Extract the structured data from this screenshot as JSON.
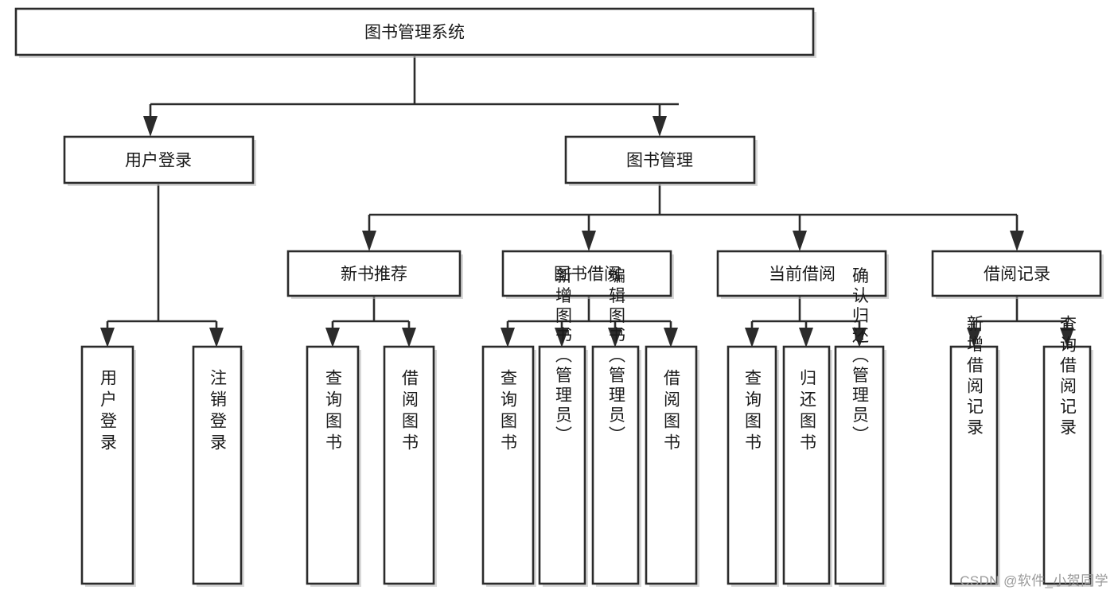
{
  "diagram": {
    "type": "tree-hierarchy-flowchart",
    "title": "图书管理系统",
    "watermark": "CSDN @软件_小贺同学",
    "colors": {
      "background": "#ffffff",
      "box_fill": "#ffffff",
      "box_stroke": "#2b2b2b",
      "connector": "#2b2b2b",
      "text": "#1a1a1a",
      "watermark": "#9a9a9a"
    },
    "levels": [
      {
        "level": 0,
        "nodes": [
          {
            "id": "root",
            "label": "图书管理系统",
            "orientation": "horizontal"
          }
        ]
      },
      {
        "level": 1,
        "nodes": [
          {
            "id": "user-login",
            "label": "用户登录",
            "orientation": "horizontal",
            "parent": "root"
          },
          {
            "id": "book-manage",
            "label": "图书管理",
            "orientation": "horizontal",
            "parent": "root"
          }
        ]
      },
      {
        "level": 2,
        "nodes": [
          {
            "id": "new-book-rec",
            "label": "新书推荐",
            "orientation": "horizontal",
            "parent": "book-manage"
          },
          {
            "id": "book-borrow",
            "label": "图书借阅",
            "orientation": "horizontal",
            "parent": "book-manage"
          },
          {
            "id": "current-borrow",
            "label": "当前借阅",
            "orientation": "horizontal",
            "parent": "book-manage"
          },
          {
            "id": "borrow-record",
            "label": "借阅记录",
            "orientation": "horizontal",
            "parent": "book-manage"
          }
        ]
      },
      {
        "level": 3,
        "nodes": [
          {
            "id": "leaf-user-login",
            "label": "用户登录",
            "orientation": "vertical",
            "parent": "user-login"
          },
          {
            "id": "leaf-logout",
            "label": "注销登录",
            "orientation": "vertical",
            "parent": "user-login"
          },
          {
            "id": "leaf-query-book-1",
            "label": "查询图书",
            "orientation": "vertical",
            "parent": "new-book-rec"
          },
          {
            "id": "leaf-borrow-book-1",
            "label": "借阅图书",
            "orientation": "vertical",
            "parent": "new-book-rec"
          },
          {
            "id": "leaf-query-book-2",
            "label": "查询图书",
            "orientation": "vertical",
            "parent": "book-borrow"
          },
          {
            "id": "leaf-add-book",
            "label": "新增图书（管理员）",
            "orientation": "vertical",
            "parent": "book-borrow"
          },
          {
            "id": "leaf-edit-book",
            "label": "编辑图书（管理员）",
            "orientation": "vertical",
            "parent": "book-borrow"
          },
          {
            "id": "leaf-borrow-book-2",
            "label": "借阅图书",
            "orientation": "vertical",
            "parent": "book-borrow"
          },
          {
            "id": "leaf-query-book-3",
            "label": "查询图书",
            "orientation": "vertical",
            "parent": "current-borrow"
          },
          {
            "id": "leaf-return-book",
            "label": "归还图书",
            "orientation": "vertical",
            "parent": "current-borrow"
          },
          {
            "id": "leaf-confirm-return",
            "label": "确认归还（管理员）",
            "orientation": "vertical",
            "parent": "current-borrow"
          },
          {
            "id": "leaf-add-record",
            "label": "新增借阅记录",
            "orientation": "vertical",
            "parent": "borrow-record"
          },
          {
            "id": "leaf-query-record",
            "label": "查询借阅记录",
            "orientation": "vertical",
            "parent": "borrow-record"
          }
        ]
      }
    ]
  }
}
